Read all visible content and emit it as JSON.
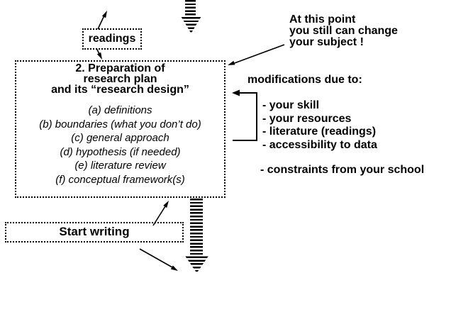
{
  "diagram": {
    "readings_label": "readings",
    "main_box": {
      "title_lines": [
        "2. Preparation of",
        "research plan",
        "and its “research design”"
      ],
      "items": [
        "(a) definitions",
        "(b) boundaries (what you don’t do)",
        "(c) general approach",
        "(d) hypothesis (if needed)",
        "(e) literature review",
        "(f) conceptual framework(s)"
      ]
    },
    "start_writing_label": "Start writing",
    "change_note_lines": [
      "At this point",
      "you still can change",
      "your subject !"
    ],
    "modifications": {
      "heading": "modifications due to:",
      "items": [
        "- your skill",
        "- your resources",
        "- literature (readings)",
        "- accessibility to data"
      ],
      "separate_item": "- constraints from your school"
    },
    "colors": {
      "ink": "#000000",
      "background": "#ffffff"
    }
  }
}
